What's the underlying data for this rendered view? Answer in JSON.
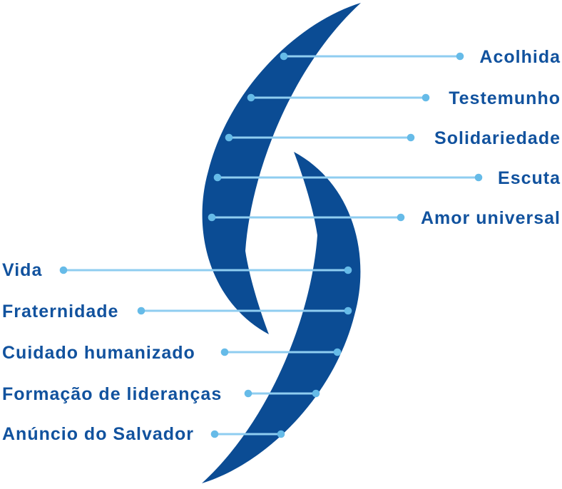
{
  "diagram": {
    "description": "S-shaped double crescent logo diagram with value labels",
    "colors": {
      "shape_navy": "#0b4c94",
      "label_text": "#11529e",
      "connector_line": "#8fcdf0",
      "connector_dot": "#66bbe8"
    },
    "right_items": [
      {
        "label": "Acolhida"
      },
      {
        "label": "Testemunho"
      },
      {
        "label": "Solidariedade"
      },
      {
        "label": "Escuta"
      },
      {
        "label": "Amor universal"
      }
    ],
    "left_items": [
      {
        "label": "Vida"
      },
      {
        "label": "Fraternidade"
      },
      {
        "label": "Cuidado humanizado"
      },
      {
        "label": "Formação de lideranças"
      },
      {
        "label": "Anúncio do Salvador"
      }
    ]
  }
}
